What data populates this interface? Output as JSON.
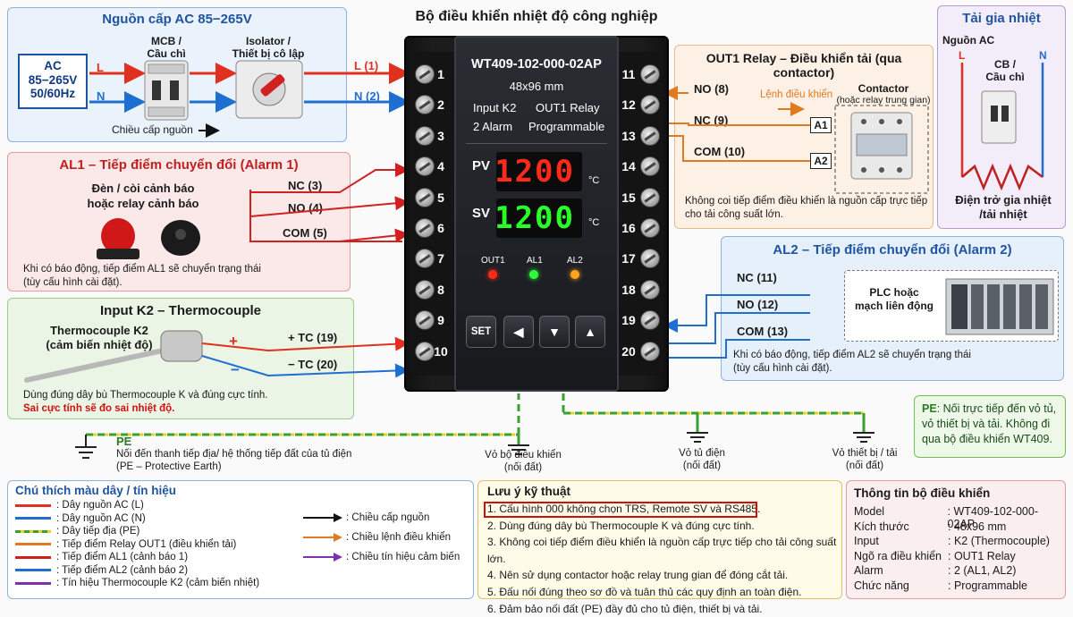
{
  "title": "Bộ điều khiển nhiệt độ công nghiệp",
  "power": {
    "title": "Nguồn cấp AC 85−265V",
    "ac_l1": "AC",
    "ac_l2": "85−265V",
    "ac_l3": "50/60Hz",
    "l": "L",
    "n": "N",
    "mcb_label": "MCB /\nCầu chì",
    "isolator_label": "Isolator /\nThiết bị cô lập",
    "l_out": "L (1)",
    "n_out": "N (2)",
    "direction": "Chiều cấp nguồn"
  },
  "al1": {
    "title": "AL1 – Tiếp điểm chuyển đổi (Alarm 1)",
    "device": "Đèn / còi cảnh báo\nhoặc relay cảnh báo",
    "nc": "NC (3)",
    "no": "NO (4)",
    "com": "COM (5)",
    "note": "Khi có báo động, tiếp điểm AL1 sẽ chuyển trạng thái\n(tùy cấu hình cài đặt)."
  },
  "input": {
    "title": "Input K2 – Thermocouple",
    "sensor": "Thermocouple K2\n(cảm biến nhiệt độ)",
    "plus": "+",
    "minus": "−",
    "tc_plus": "+ TC (19)",
    "tc_minus": "− TC (20)",
    "note": "Dùng đúng dây bù Thermocouple K và đúng cực tính.",
    "warning": "Sai cực tính sẽ đo sai nhiệt độ."
  },
  "controller": {
    "model": "WT409-102-000-02AP",
    "size": "48x96 mm",
    "spec1_left": "Input K2",
    "spec1_right": "OUT1 Relay",
    "spec2_left": "2 Alarm",
    "spec2_right": "Programmable",
    "pv_label": "PV",
    "pv_value": "1200",
    "sv_label": "SV",
    "sv_value": "1200",
    "unit": "°C",
    "led_out1": "OUT1",
    "led_al1": "AL1",
    "led_al2": "AL2",
    "btn_set": "SET",
    "btn_left": "◀",
    "btn_down": "▼",
    "btn_up": "▲",
    "left_terms": [
      "1",
      "2",
      "3",
      "4",
      "5",
      "6",
      "7",
      "8",
      "9",
      "10"
    ],
    "right_terms": [
      "11",
      "12",
      "13",
      "14",
      "15",
      "16",
      "17",
      "18",
      "19",
      "20"
    ]
  },
  "out1": {
    "title": "OUT1 Relay – Điều khiển tải (qua contactor)",
    "no": "NO (8)",
    "nc": "NC (9)",
    "com": "COM (10)",
    "cmd": "Lệnh điều khiển",
    "contactor": "Contactor",
    "contactor_sub": "(hoặc relay trung gian)",
    "a1": "A1",
    "a2": "A2",
    "note": "Không coi tiếp điểm điều khiển là nguồn cấp trực tiếp\ncho tải công suất lớn."
  },
  "load": {
    "title": "Tải gia nhiệt",
    "source": "Nguồn AC",
    "l": "L",
    "n": "N",
    "cb": "CB /\nCầu chì",
    "heater": "Điện trở gia nhiệt\n/tải nhiệt"
  },
  "al2": {
    "title": "AL2 – Tiếp điểm chuyển đổi (Alarm 2)",
    "nc": "NC (11)",
    "no": "NO (12)",
    "com": "COM (13)",
    "plc": "PLC hoặc\nmạch liên động",
    "note": "Khi có báo động, tiếp điểm AL2 sẽ chuyển trạng thái\n(tùy cấu hình cài đặt)."
  },
  "pe": {
    "label": "PE",
    "desc": "Nối đến thanh tiếp địa/ hệ thống tiếp đất của tủ điện\n(PE – Protective Earth)",
    "g1": "Vỏ bộ điều khiển\n(nối đất)",
    "g2": "Vỏ tủ điện\n(nối đất)",
    "g3": "Vỏ thiết bị / tải\n(nối đất)",
    "note_pe": "PE",
    "note": ": Nối trực tiếp đến vỏ tủ,\nvỏ thiết bị và tải. Không đi\nqua bộ điều khiển WT409."
  },
  "legend": {
    "title": "Chú thích màu dây / tín hiệu",
    "items": [
      {
        "label": ": Dây nguồn AC (L)",
        "color": "#e03020",
        "dashed": false
      },
      {
        "label": ": Dây nguồn AC (N)",
        "color": "#1f6fd0",
        "dashed": false
      },
      {
        "label": ": Dây tiếp địa (PE)",
        "color": "#3aa030",
        "dashed": true
      },
      {
        "label": ": Tiếp điểm Relay OUT1 (điều khiển tải)",
        "color": "#e07a20",
        "dashed": false
      },
      {
        "label": ": Tiếp điểm AL1 (cảnh báo 1)",
        "color": "#d02020",
        "dashed": false
      },
      {
        "label": ": Tiếp điểm AL2 (cảnh báo 2)",
        "color": "#1f6fd0",
        "dashed": false
      },
      {
        "label": ": Tín hiệu Thermocouple K2 (cảm biến nhiệt)",
        "color": "#8030b0",
        "dashed": false
      }
    ],
    "arrows": [
      {
        "label": ": Chiều cấp nguồn",
        "color": "#111111"
      },
      {
        "label": ": Chiều lệnh điều khiển",
        "color": "#e07a20"
      },
      {
        "label": ": Chiều tín hiệu cảm biến",
        "color": "#8030b0"
      }
    ]
  },
  "tech": {
    "title": "Lưu ý kỹ thuật",
    "items": [
      "1. Cấu hình 000 không chọn TRS, Remote SV và RS485.",
      "2. Dùng đúng dây bù Thermocouple K và đúng cực tính.",
      "3. Không coi tiếp điểm điều khiển là nguồn cấp trực tiếp cho tải công suất lớn.",
      "4. Nên sử dụng contactor hoặc relay trung gian để đóng cắt tải.",
      "5. Đấu nối đúng theo sơ đồ và tuân thủ các quy định an toàn điện.",
      "6. Đảm bảo nối đất (PE) đầy đủ cho tủ điện, thiết bị và tải."
    ]
  },
  "info": {
    "title": "Thông tin bộ điều khiển",
    "rows": [
      {
        "k": "Model",
        "v": ": WT409-102-000-02AP"
      },
      {
        "k": "Kích thước",
        "v": ": 48x96 mm"
      },
      {
        "k": "Input",
        "v": ": K2 (Thermocouple)"
      },
      {
        "k": "Ngõ ra điều khiển",
        "v": ": OUT1 Relay"
      },
      {
        "k": "Alarm",
        "v": ": 2 (AL1, AL2)"
      },
      {
        "k": "Chức năng",
        "v": ": Programmable"
      }
    ]
  }
}
